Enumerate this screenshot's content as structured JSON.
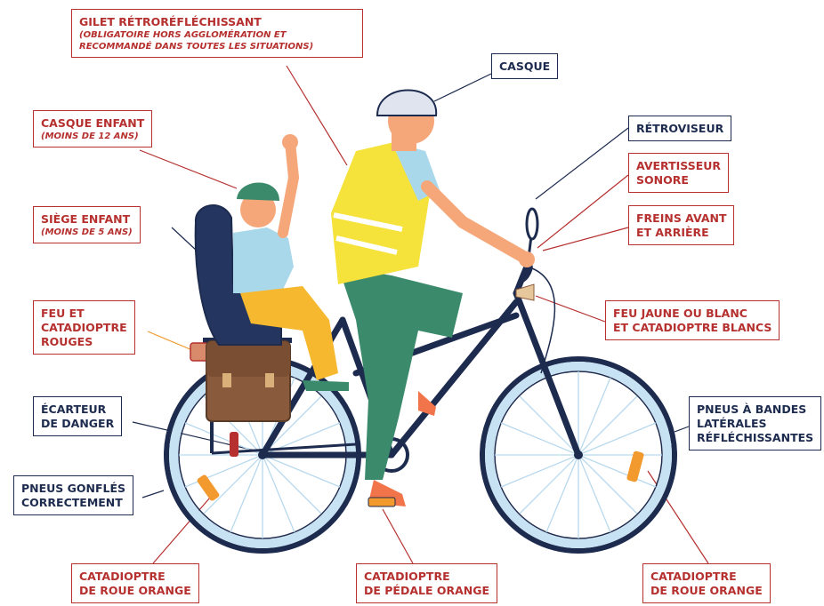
{
  "labels": {
    "gilet": {
      "title": "GILET RÉTRORÉFLÉCHISSANT",
      "note": "(OBLIGATOIRE HORS AGGLOMÉRATION ET RECOMMANDÉ DANS TOUTES LES SITUATIONS)"
    },
    "casque": {
      "title": "CASQUE"
    },
    "casque_enfant": {
      "title": "CASQUE ENFANT",
      "note": "(MOINS DE 12 ANS)"
    },
    "retroviseur": {
      "title": "RÉTROVISEUR"
    },
    "avertisseur": {
      "line1": "AVERTISSEUR",
      "line2": "SONORE"
    },
    "siege_enfant": {
      "title": "SIÈGE ENFANT",
      "note": "(MOINS DE 5 ANS)"
    },
    "freins": {
      "line1": "FREINS AVANT",
      "line2": "ET ARRIÈRE"
    },
    "feu_rouge": {
      "line1": "FEU ET",
      "line2": "CATADIOPTRE",
      "line3": "ROUGES"
    },
    "feu_avant": {
      "line1": "FEU JAUNE OU BLANC",
      "line2": "ET CATADIOPTRE BLANCS"
    },
    "ecarteur": {
      "line1": "ÉCARTEUR",
      "line2": "DE DANGER"
    },
    "pneus_bandes": {
      "line1": "PNEUS À BANDES",
      "line2": "LATÉRALES",
      "line3": "RÉFLÉCHISSANTES"
    },
    "pneus_gonfles": {
      "line1": "PNEUS GONFLÉS",
      "line2": "CORRECTEMENT"
    },
    "cata_roue_arriere": {
      "line1": "CATADIOPTRE",
      "line2": "DE ROUE ORANGE"
    },
    "cata_pedale": {
      "line1": "CATADIOPTRE",
      "line2": "DE PÉDALE ORANGE"
    },
    "cata_roue_avant": {
      "line1": "CATADIOPTRE",
      "line2": "DE ROUE ORANGE"
    }
  },
  "colors": {
    "accent_red": "#b5302e",
    "navy": "#1d2b4f",
    "vest_yellow": "#f5e23a",
    "orange": "#f29a2e",
    "rim": "#c7e2f2",
    "pants_green": "#3a8a6b",
    "bag_brown": "#8a5a3c"
  }
}
